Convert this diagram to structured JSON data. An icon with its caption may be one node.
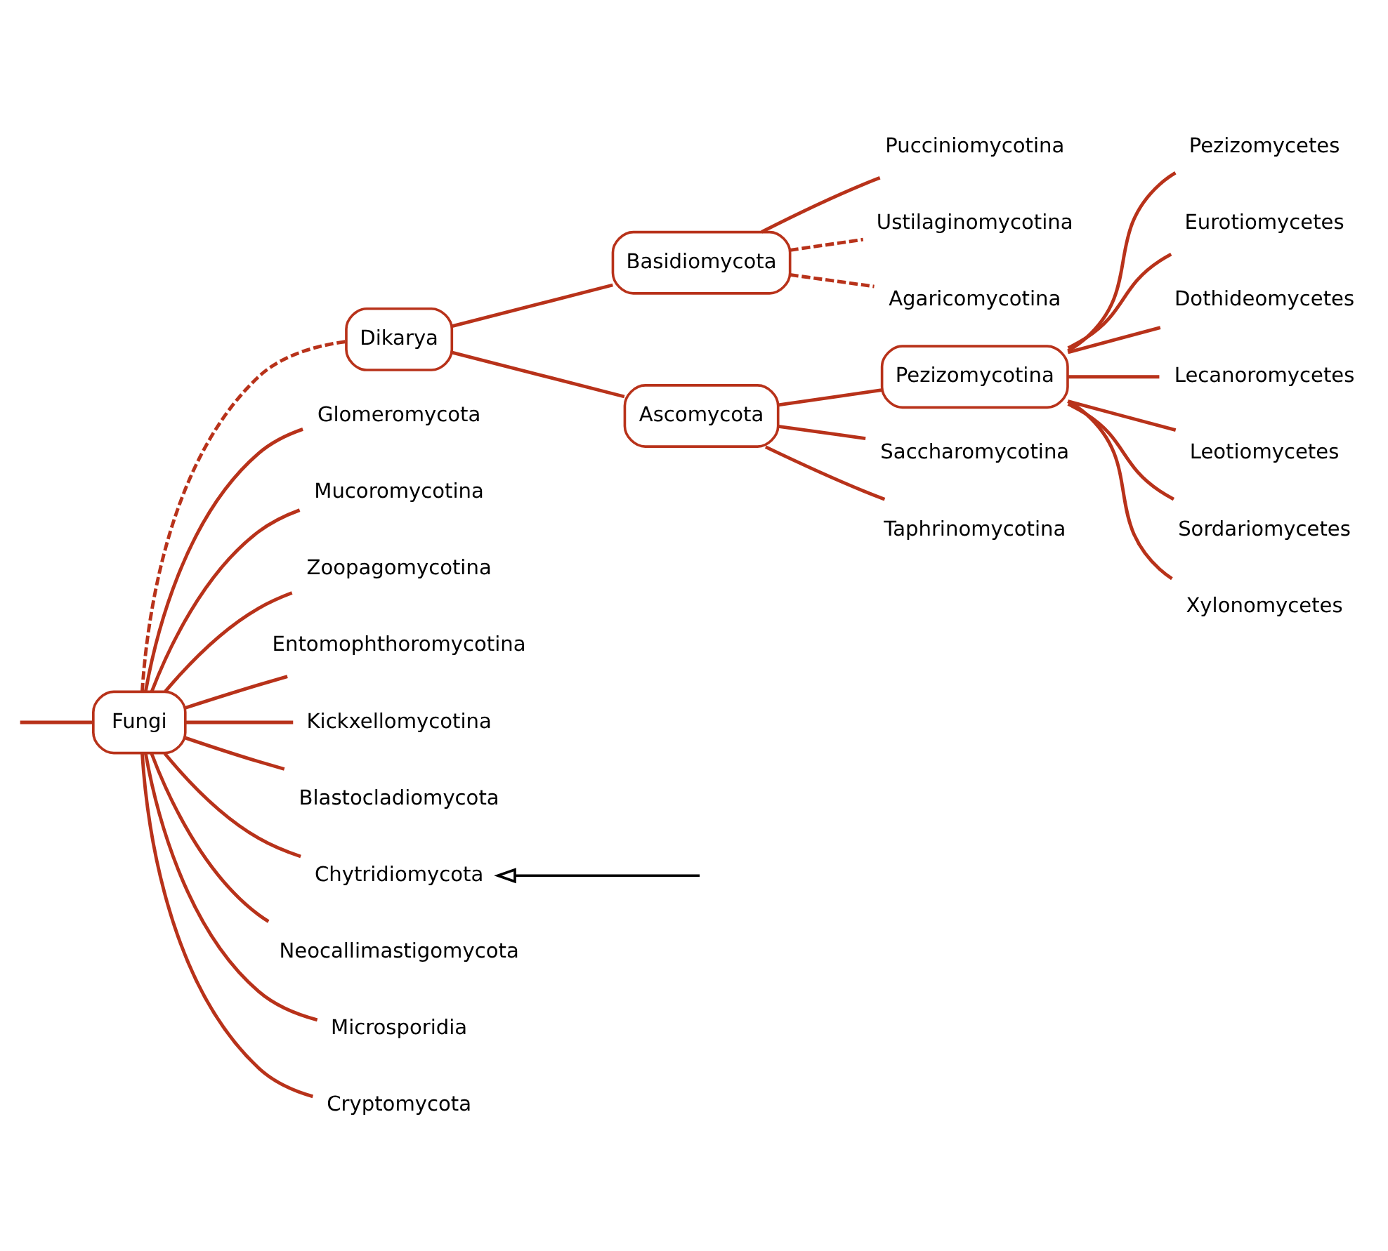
{
  "diagram": {
    "nodes": [
      {
        "text": [
          "Pucciniomycotina"
        ]
      },
      {
        "text": [
          "Ustilaginomycotina"
        ]
      },
      {
        "text": [
          "Agaricomycotina"
        ]
      },
      {
        "text": [
          "Pezizomycetes"
        ]
      },
      {
        "text": [
          "Basidiomycota"
        ]
      },
      {
        "text": [
          "Eurotiomycetes"
        ]
      },
      {
        "text": [
          "Dothideomycetes"
        ]
      },
      {
        "text": [
          "Pezizomycotina"
        ]
      },
      {
        "text": [
          "Lecanoromycetes"
        ]
      },
      {
        "text": [
          "Dikarya"
        ]
      },
      {
        "text": [
          "Leotiomycetes"
        ]
      },
      {
        "text": [
          "Sordariomycetes"
        ]
      },
      {
        "text": [
          "Ascomycota"
        ]
      },
      {
        "text": [
          "Xylonomycetes"
        ]
      },
      {
        "text": [
          "Saccharomycotina"
        ]
      },
      {
        "text": [
          "Taphrinomycotina"
        ]
      },
      {
        "text": [
          "Glomeromycota"
        ]
      },
      {
        "text": [
          "Mucoromycotina"
        ]
      },
      {
        "text": [
          "Zoopagomycotina"
        ]
      },
      {
        "text": [
          "Entomophthoromycotina"
        ]
      },
      {
        "text": [
          "Kickxellomycotina"
        ]
      },
      {
        "text": [
          "Fungi"
        ]
      },
      {
        "text": [
          "Blastocladiomycota"
        ]
      },
      {
        "text": [
          "Chytridiomycota"
        ]
      },
      {
        "text": [
          "Neocallimastigomycota"
        ]
      },
      {
        "text": [
          "Microsporidia"
        ]
      },
      {
        "text": [
          "Cryptomycota"
        ]
      }
    ],
    "edges": [
      {
        "from": null,
        "to": 21,
        "arrow": "none"
      },
      {
        "from": 21,
        "to": 9,
        "arrow": "none",
        "style": "dashed"
      },
      {
        "from": 9,
        "to": 4,
        "arrow": "none"
      },
      {
        "from": 4,
        "to": 0,
        "arrow": "none"
      },
      {
        "from": 4,
        "to": 1,
        "arrow": "none",
        "style": "dashed"
      },
      {
        "from": 4,
        "to": 2,
        "arrow": "none",
        "style": "dashed"
      },
      {
        "from": 9,
        "to": 12,
        "arrow": "none"
      },
      {
        "from": 12,
        "to": 7,
        "arrow": "none"
      },
      {
        "from": 7,
        "to": 3,
        "arrow": "none"
      },
      {
        "from": 7,
        "to": 5,
        "arrow": "none"
      },
      {
        "from": 7,
        "to": 6,
        "arrow": "none"
      },
      {
        "from": 7,
        "to": 8,
        "arrow": "none"
      },
      {
        "from": 7,
        "to": 10,
        "arrow": "none"
      },
      {
        "from": 7,
        "to": 11,
        "arrow": "none"
      },
      {
        "from": 7,
        "to": 13,
        "arrow": "none"
      },
      {
        "from": 12,
        "to": 14,
        "arrow": "none"
      },
      {
        "from": 12,
        "to": 15,
        "arrow": "none"
      },
      {
        "from": 21,
        "to": 16,
        "arrow": "none"
      },
      {
        "from": 21,
        "to": 17,
        "arrow": "none"
      },
      {
        "from": 21,
        "to": 18,
        "arrow": "none"
      },
      {
        "from": 21,
        "to": 19,
        "arrow": "none"
      },
      {
        "from": 21,
        "to": 20,
        "arrow": "none"
      },
      {
        "from": 21,
        "to": 22,
        "arrow": "none"
      },
      {
        "from": 21,
        "to": 23,
        "arrow": "none"
      },
      {
        "from": 21,
        "to": 24,
        "arrow": "none"
      },
      {
        "from": 21,
        "to": 25,
        "arrow": "none"
      },
      {
        "from": 21,
        "to": 26,
        "arrow": "none"
      },
      {
        "from": null,
        "to": 23,
        "arrow": "to",
        "color": "#000000"
      }
    ]
  }
}
